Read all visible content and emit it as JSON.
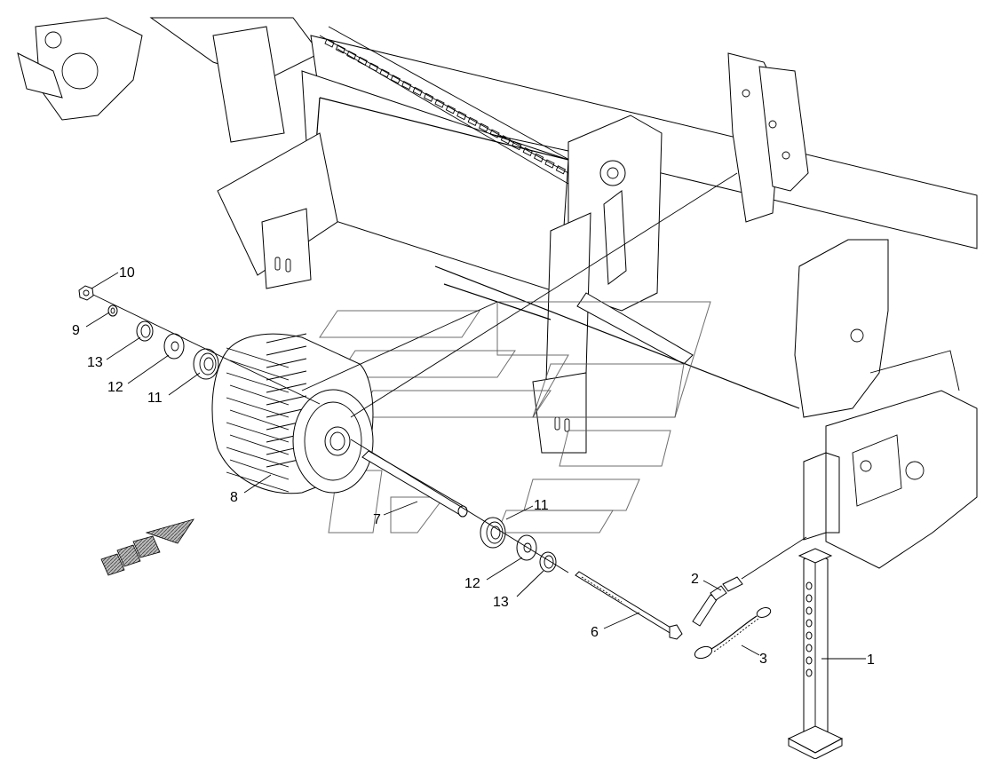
{
  "diagram": {
    "callouts": [
      {
        "id": "c10",
        "label": "10"
      },
      {
        "id": "c9",
        "label": "9"
      },
      {
        "id": "c13a",
        "label": "13"
      },
      {
        "id": "c12a",
        "label": "12"
      },
      {
        "id": "c11a",
        "label": "11"
      },
      {
        "id": "c8",
        "label": "8"
      },
      {
        "id": "c7",
        "label": "7"
      },
      {
        "id": "c11b",
        "label": "11"
      },
      {
        "id": "c12b",
        "label": "12"
      },
      {
        "id": "c13b",
        "label": "13"
      },
      {
        "id": "c6",
        "label": "6"
      },
      {
        "id": "c2",
        "label": "2"
      },
      {
        "id": "c3",
        "label": "3"
      },
      {
        "id": "c1",
        "label": "1"
      }
    ]
  }
}
